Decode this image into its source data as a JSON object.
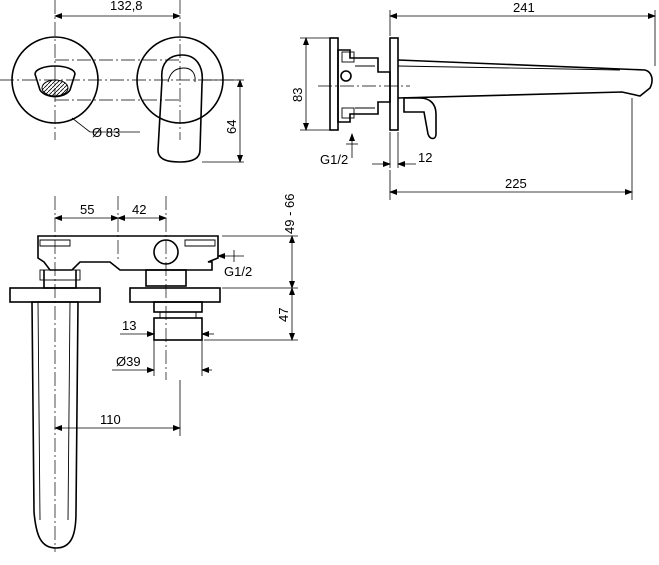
{
  "dimensions": {
    "spacing_top": "132,8",
    "rosette_diameter": "Ø 83",
    "lever_height": "64",
    "side_height": "83",
    "side_connection": "G1/2",
    "wall_plate": "12",
    "total_length": "241",
    "spout_projection": "225",
    "front_55": "55",
    "front_42": "42",
    "install_depth": "49 - 66",
    "front_connection": "G1/2",
    "body_depth": "47",
    "thread_13": "13",
    "thread_diameter": "Ø39",
    "spout_110": "110"
  }
}
